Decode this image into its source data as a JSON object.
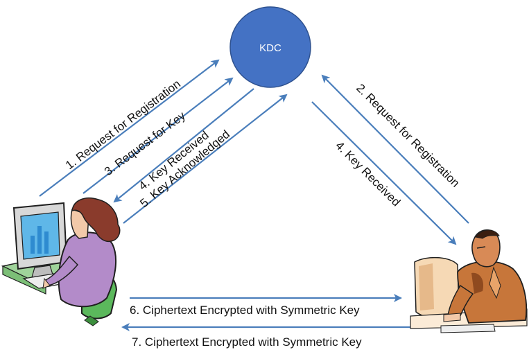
{
  "kdc": {
    "label": "KDC",
    "fill": "#4472C4",
    "stroke": "#2F528F"
  },
  "arrow_color": "#4A7EBB",
  "arrows": {
    "a1": "1. Request for Registration",
    "a3": "3. Request for Key",
    "a4_left": "4. Key Received",
    "a5": "5. Key Acknowledged",
    "a2": "2. Request for Registration",
    "a4_right": "4. Key Received",
    "a6": "6. Ciphertext Encrypted with Symmetric Key",
    "a7": "7. Ciphertext Encrypted with Symmetric Key"
  },
  "icons": {
    "left_user": "woman-at-computer-icon",
    "right_user": "man-at-computer-icon"
  }
}
